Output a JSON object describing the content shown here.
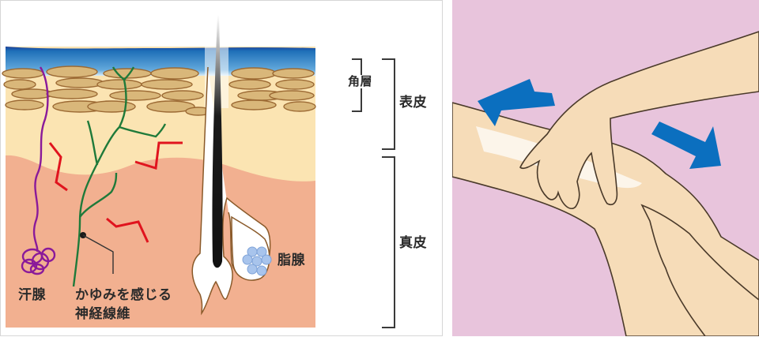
{
  "skin_diagram": {
    "labels": {
      "stratum_corneum": "角層",
      "epidermis": "表皮",
      "dermis": "真皮",
      "sweat_gland": "汗腺",
      "itch_nerve_line1": "かゆみを感じる",
      "itch_nerve_line2": "神経線維",
      "sebaceous_gland": "脂腺"
    },
    "colors": {
      "surface_blue": "#1e6fb8",
      "cell_tan": "#d9b77a",
      "epidermis_cream": "#fbe4b2",
      "dermis_salmon": "#f2b090",
      "sweat_gland_purple": "#8a1a9a",
      "nerve_green": "#1f7a3a",
      "itch_red": "#e0141e",
      "sebum_blue": "#a8c4ec"
    }
  },
  "application_illustration": {
    "background": "#e8c4dc",
    "arrows": [
      {
        "direction": "up-left",
        "color": "#0b6fbf"
      },
      {
        "direction": "down-right",
        "color": "#0b6fbf"
      }
    ],
    "skin_color": "#f6dcb8"
  }
}
